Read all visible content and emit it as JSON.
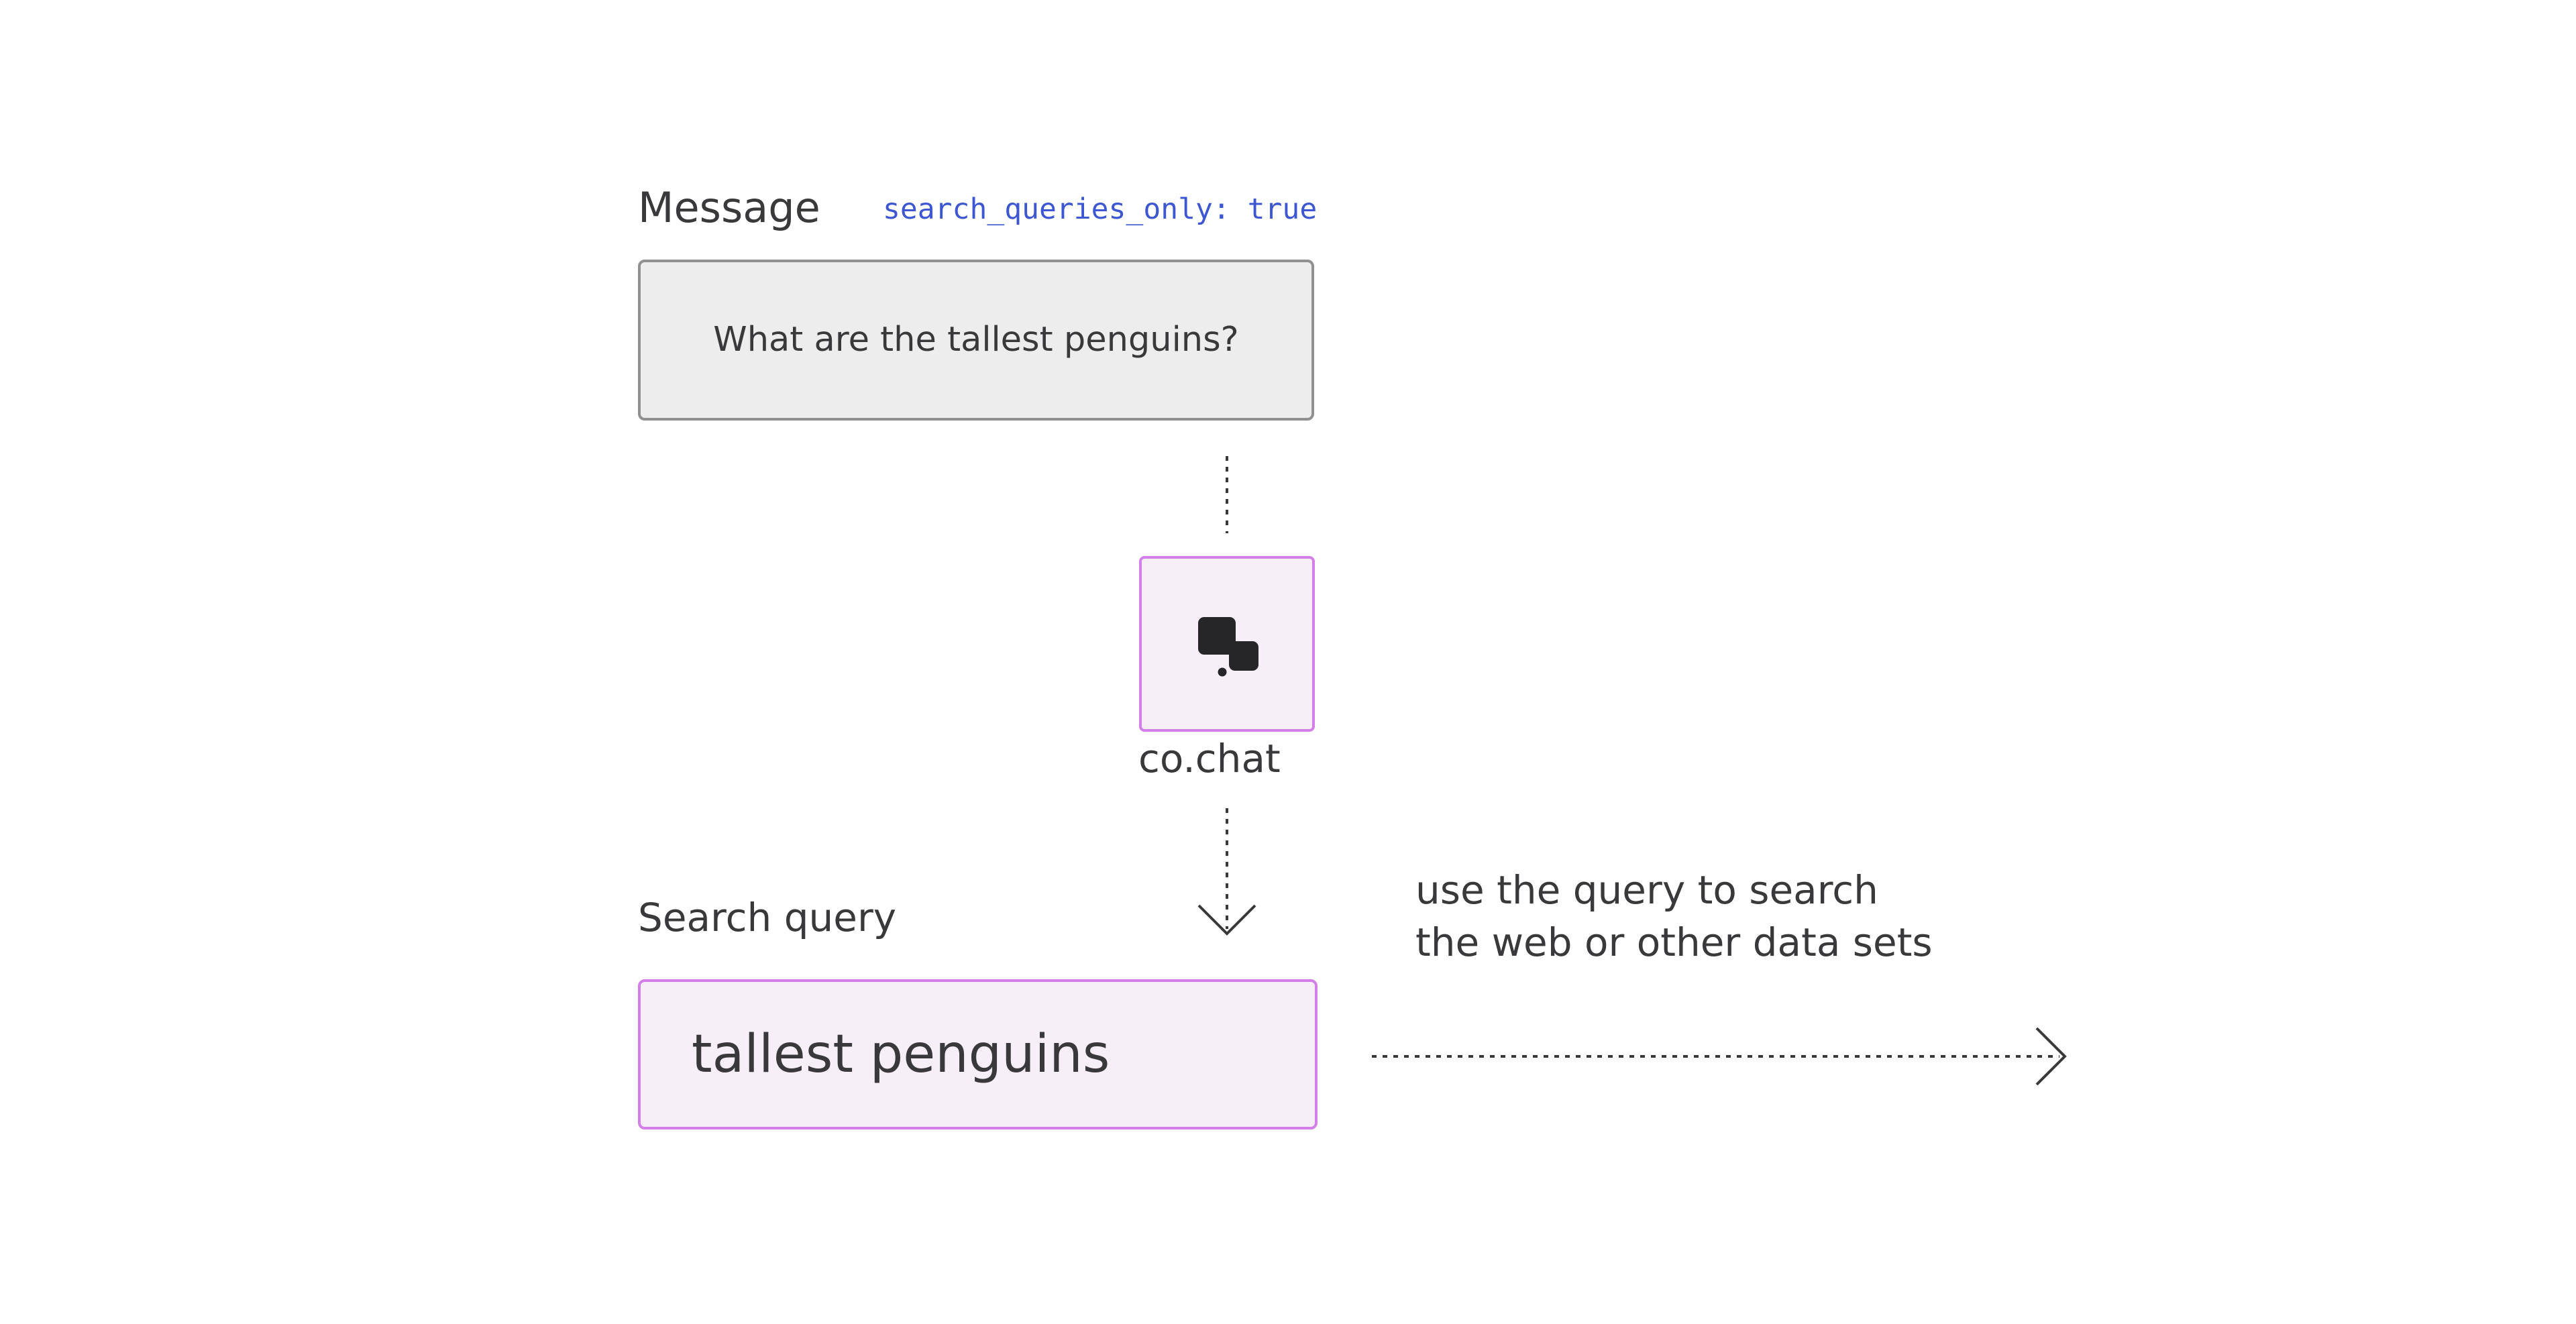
{
  "message": {
    "heading": "Message",
    "parameter": "search_queries_only: true",
    "text": "What are the tallest penguins?"
  },
  "model": {
    "name": "co.chat",
    "icon": "chat-bubbles-icon"
  },
  "search": {
    "heading": "Search query",
    "query": "tallest penguins"
  },
  "note": {
    "line1": "use the query to search",
    "line2": "the web or other data sets"
  },
  "colors": {
    "text": "#39393b",
    "parameter": "#3d56d1",
    "message_fill": "#ededed",
    "message_border": "#909090",
    "highlight_fill": "#f7eff7",
    "highlight_border": "#d37ee9"
  }
}
